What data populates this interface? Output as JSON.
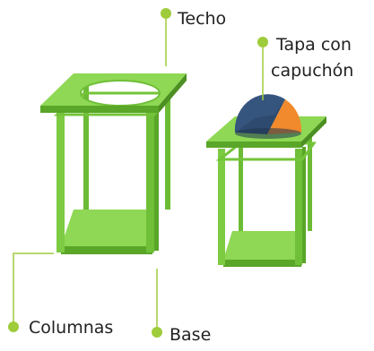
{
  "labels": {
    "techo": "Techo",
    "tapa_line1": "Tapa con",
    "tapa_line2": "capuchón",
    "columnas": "Columnas",
    "base": "Base"
  },
  "colors": {
    "frame_light": "#8fd855",
    "frame_mid": "#74c43a",
    "frame_dark": "#5aa628",
    "callout": "#9fcc3b",
    "cap_blue": "#2e4a6e",
    "cap_orange": "#f08a2c"
  }
}
